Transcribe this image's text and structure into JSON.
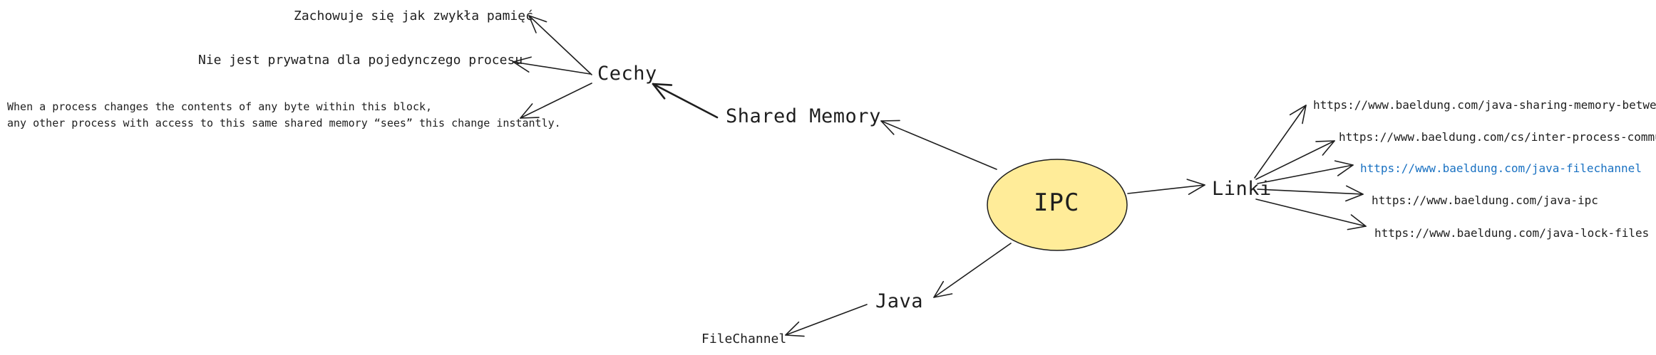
{
  "colors": {
    "stroke": "#1e1e1e",
    "center_fill": "#ffec99",
    "link_highlight": "#1971c2",
    "background": "#ffffff"
  },
  "center": {
    "label": "IPC"
  },
  "shared_memory": {
    "label": "Shared Memory",
    "cechy": {
      "label": "Cechy",
      "items": [
        "Zachowuje się jak zwykła pamięć",
        "Nie jest prywatna dla pojedynczego procesu",
        "When a process changes the contents of any byte within this block,\nany other process with access to this same shared memory “sees” this change instantly."
      ]
    }
  },
  "linki": {
    "label": "Linki",
    "items": [
      "https://www.baeldung.com/java-sharing-memory-between-jvms",
      "https://www.baeldung.com/cs/inter-process-communication",
      "https://www.baeldung.com/java-filechannel",
      "https://www.baeldung.com/java-ipc",
      "https://www.baeldung.com/java-lock-files"
    ]
  },
  "java": {
    "label": "Java",
    "items": [
      "FileChannel"
    ]
  }
}
